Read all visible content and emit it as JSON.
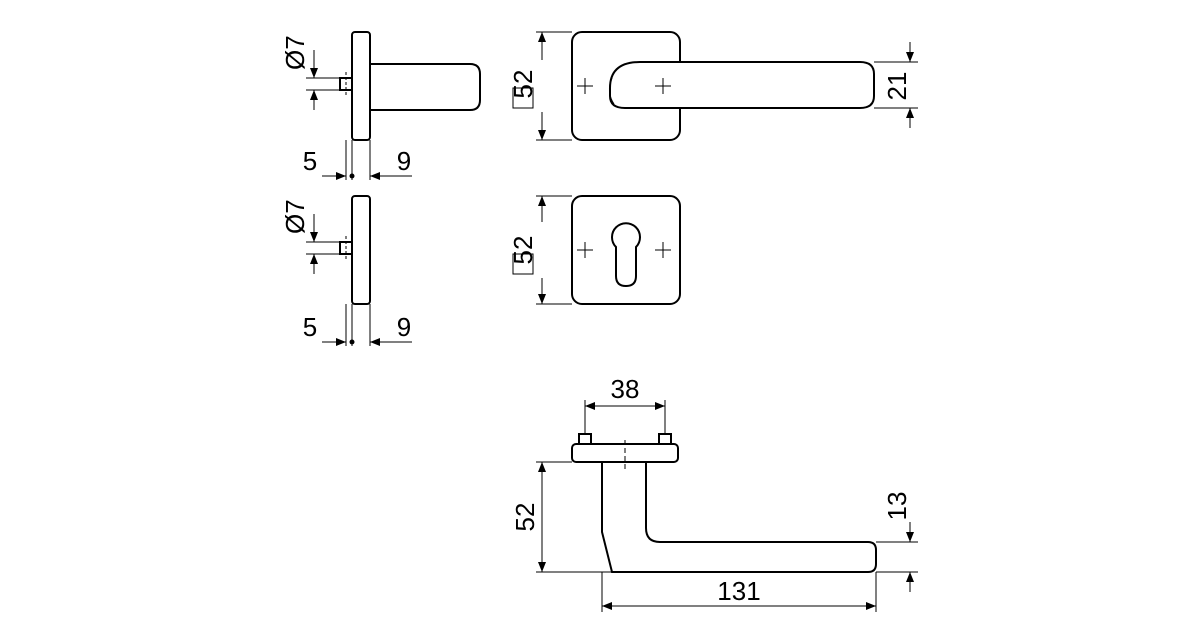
{
  "diagram": {
    "side_rose": {
      "pin_diameter": "Ø7",
      "rose_thickness": "5",
      "projection": "9"
    },
    "side_escutcheon": {
      "pin_diameter": "Ø7",
      "rose_thickness": "5",
      "projection": "9"
    },
    "front_rose": {
      "rose_size": "52",
      "lever_height": "21"
    },
    "front_escutcheon": {
      "rose_size": "52"
    },
    "top_view": {
      "screw_spacing": "38",
      "lever_drop": "52",
      "lever_thickness": "13",
      "lever_length": "131"
    }
  }
}
